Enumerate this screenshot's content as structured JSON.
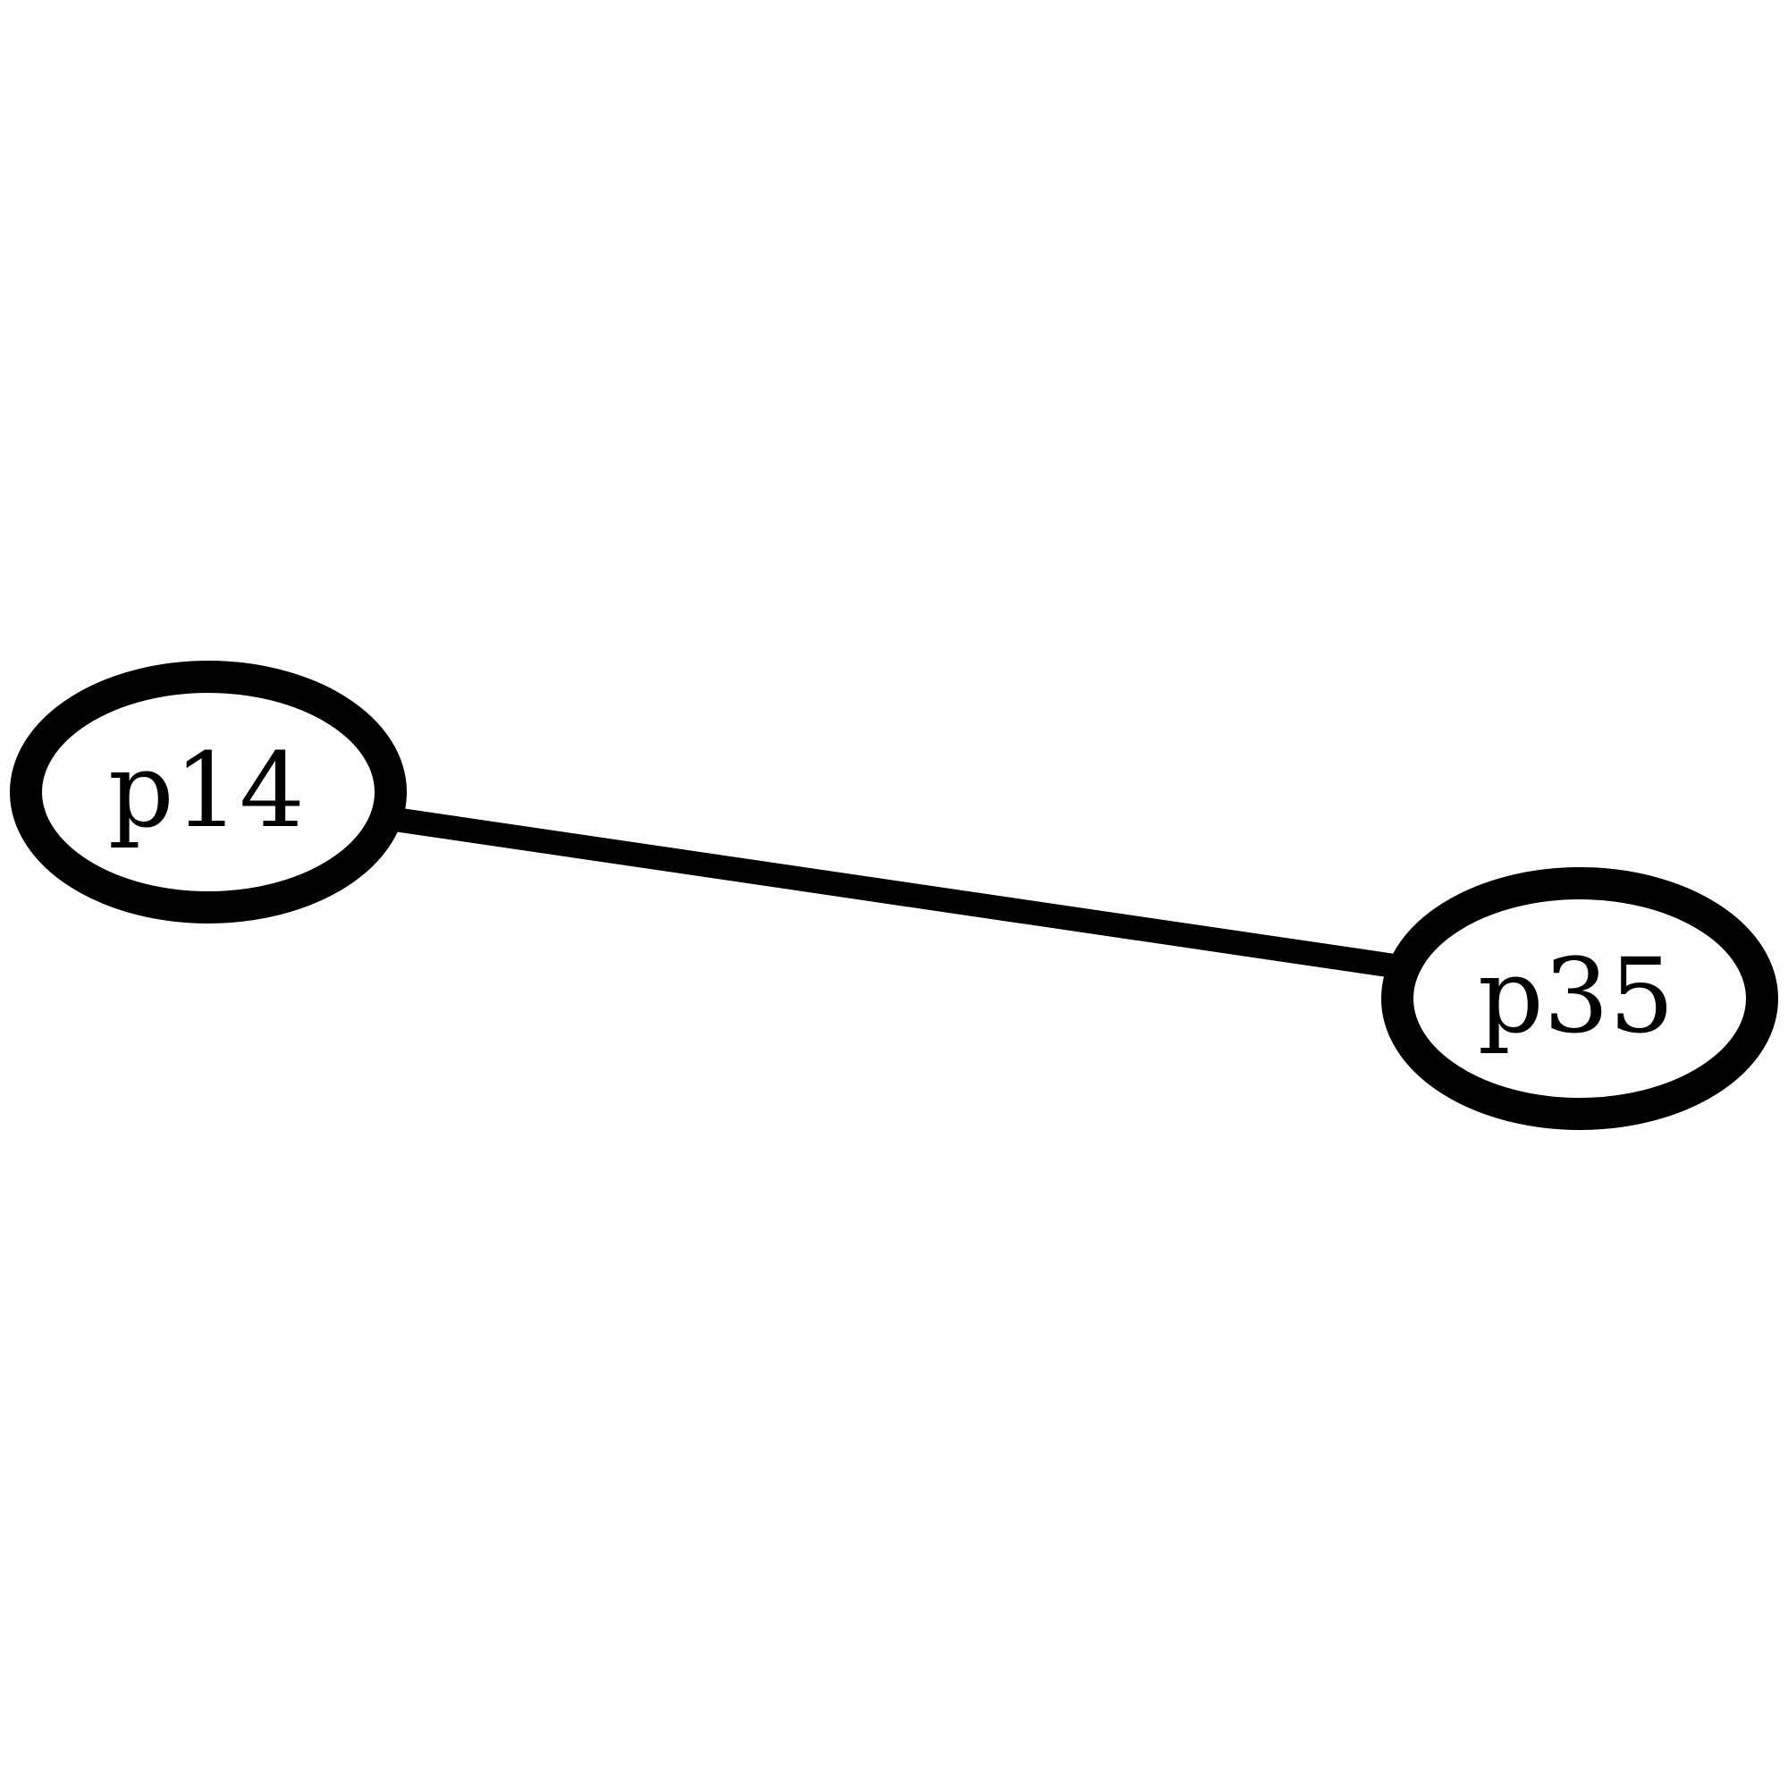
{
  "graph": {
    "nodes": [
      {
        "id": "p14",
        "label": "p14"
      },
      {
        "id": "p35",
        "label": "p35"
      }
    ],
    "edges": [
      {
        "from": "p14",
        "to": "p35",
        "directed": false
      }
    ],
    "colors": {
      "background": "#ffffff",
      "stroke": "#000000",
      "text": "#000000"
    }
  }
}
